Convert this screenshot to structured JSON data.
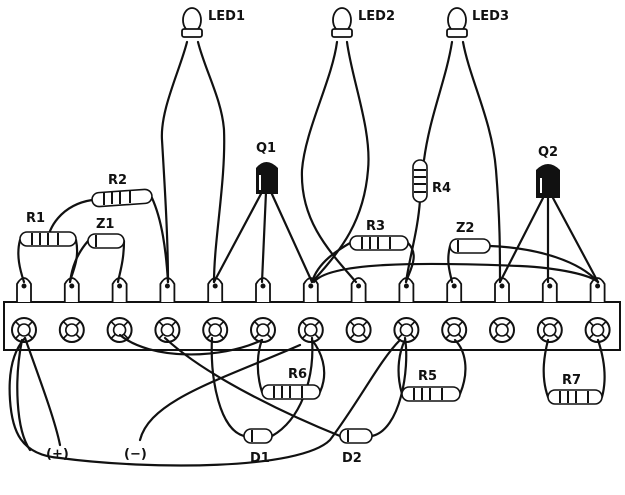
{
  "labels": {
    "led1": "LED1",
    "led2": "LED2",
    "led3": "LED3",
    "q1": "Q1",
    "q2": "Q2",
    "r1": "R1",
    "r2": "R2",
    "r3": "R3",
    "r4": "R4",
    "r5": "R5",
    "r6": "R6",
    "r7": "R7",
    "z1": "Z1",
    "z2": "Z2",
    "d1": "D1",
    "d2": "D2",
    "plus": "(+)",
    "minus": "(−)"
  },
  "terminal_strip": {
    "terminal_count": 13
  }
}
